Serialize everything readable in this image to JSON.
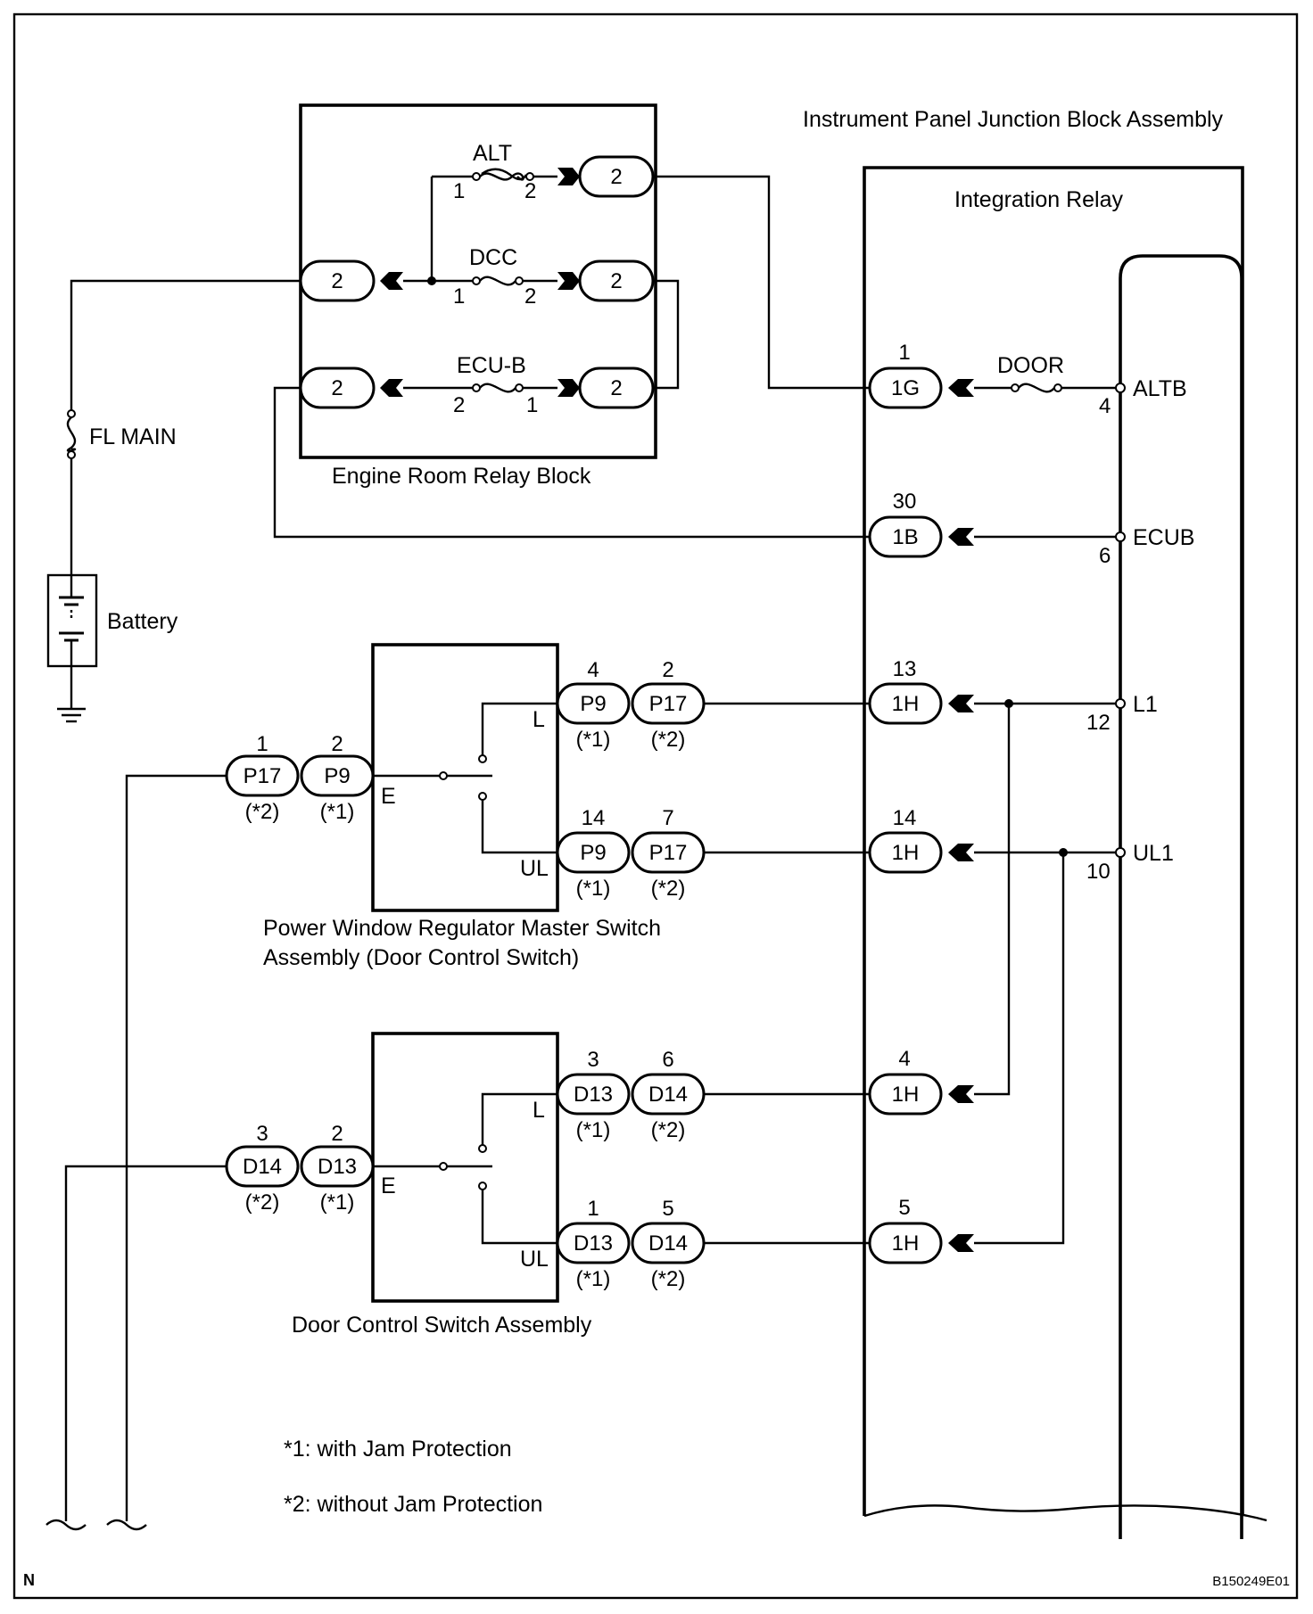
{
  "diagram": {
    "labels": {
      "ip_jb": "Instrument Panel Junction Block Assembly",
      "integration_relay": "Integration Relay",
      "er_relay_block": "Engine Room Relay Block",
      "fl_main": "FL MAIN",
      "battery": "Battery",
      "pw_switch_1": "Power Window Regulator Master Switch",
      "pw_switch_2": "Assembly (Door Control Switch)",
      "door_switch": "Door Control Switch Assembly",
      "note1": "*1: with Jam Protection",
      "note2": "*2: without Jam Protection",
      "corner_n": "N",
      "figure_code": "B150249E01"
    },
    "fuses": {
      "alt": "ALT",
      "dcc": "DCC",
      "ecub": "ECU-B",
      "door": "DOOR"
    },
    "pin_numbers": {
      "alt_in": "1",
      "alt_out": "2",
      "dcc_in": "1",
      "dcc_out": "2",
      "ecub_left": "2",
      "ecub_right": "1"
    },
    "er_connectors": {
      "alt_out": "2",
      "dcc_in": "2",
      "dcc_out": "2",
      "ecub_out": "2",
      "ecub_in": "2"
    },
    "jb_connectors": [
      {
        "pin": "1",
        "label": "1G"
      },
      {
        "pin": "30",
        "label": "1B"
      },
      {
        "pin": "13",
        "label": "1H"
      },
      {
        "pin": "14",
        "label": "1H"
      },
      {
        "pin": "4",
        "label": "1H"
      },
      {
        "pin": "5",
        "label": "1H"
      }
    ],
    "relay_terminals": [
      {
        "name": "ALTB",
        "num": "4"
      },
      {
        "name": "ECUB",
        "num": "6"
      },
      {
        "name": "L1",
        "num": "12"
      },
      {
        "name": "UL1",
        "num": "10"
      }
    ],
    "pw_switch": {
      "terminal_l": "L",
      "terminal_ul": "UL",
      "terminal_e": "E",
      "l_conn": [
        {
          "pin": "4",
          "label": "P9",
          "note": "(*1)"
        },
        {
          "pin": "2",
          "label": "P17",
          "note": "(*2)"
        }
      ],
      "ul_conn": [
        {
          "pin": "14",
          "label": "P9",
          "note": "(*1)"
        },
        {
          "pin": "7",
          "label": "P17",
          "note": "(*2)"
        }
      ],
      "e_conn": [
        {
          "pin": "1",
          "label": "P17",
          "note": "(*2)"
        },
        {
          "pin": "2",
          "label": "P9",
          "note": "(*1)"
        }
      ]
    },
    "door_switch": {
      "terminal_l": "L",
      "terminal_ul": "UL",
      "terminal_e": "E",
      "l_conn": [
        {
          "pin": "3",
          "label": "D13",
          "note": "(*1)"
        },
        {
          "pin": "6",
          "label": "D14",
          "note": "(*2)"
        }
      ],
      "ul_conn": [
        {
          "pin": "1",
          "label": "D13",
          "note": "(*1)"
        },
        {
          "pin": "5",
          "label": "D14",
          "note": "(*2)"
        }
      ],
      "e_conn": [
        {
          "pin": "3",
          "label": "D14",
          "note": "(*2)"
        },
        {
          "pin": "2",
          "label": "D13",
          "note": "(*1)"
        }
      ]
    }
  }
}
